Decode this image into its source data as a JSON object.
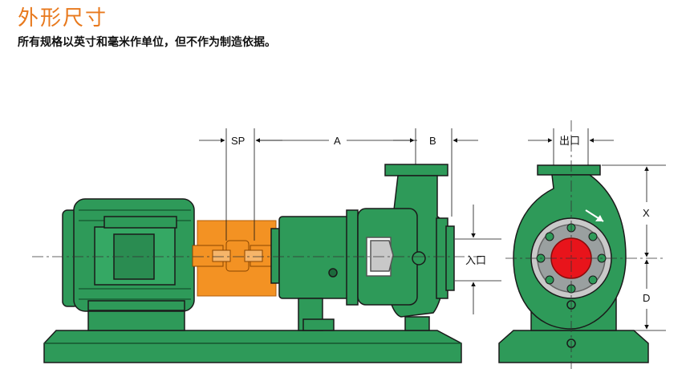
{
  "header": {
    "title": "外形尺寸",
    "subtitle": "所有规格以英寸和毫米作单位，但不作为制造依据。"
  },
  "dimensions": {
    "sp": "SP",
    "a": "A",
    "b": "B",
    "inlet": "入口",
    "outlet": "出口",
    "x": "X",
    "d": "D"
  },
  "colors": {
    "pump_green": "#2e9a59",
    "coupling_guard": "#f39223",
    "impeller_eye": "#e8141b",
    "outline": "#1a1a1a",
    "title_orange": "#e8791d"
  }
}
